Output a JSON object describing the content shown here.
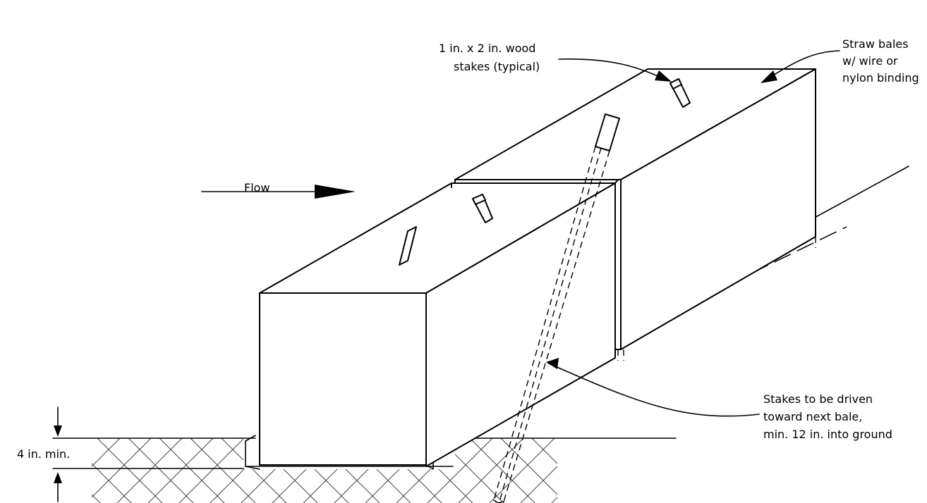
{
  "labels": {
    "stakes_line1": "1 in. x 2 in. wood",
    "stakes_line2": "stakes (typical)",
    "bales_line1": "Straw bales",
    "bales_line2": "w/ wire or",
    "bales_line3": "nylon binding",
    "flow": "Flow",
    "driven_line1": "Stakes to be driven",
    "driven_line2": "toward next bale,",
    "driven_line3": "min. 12 in. into ground",
    "depth": "4 in. min."
  }
}
